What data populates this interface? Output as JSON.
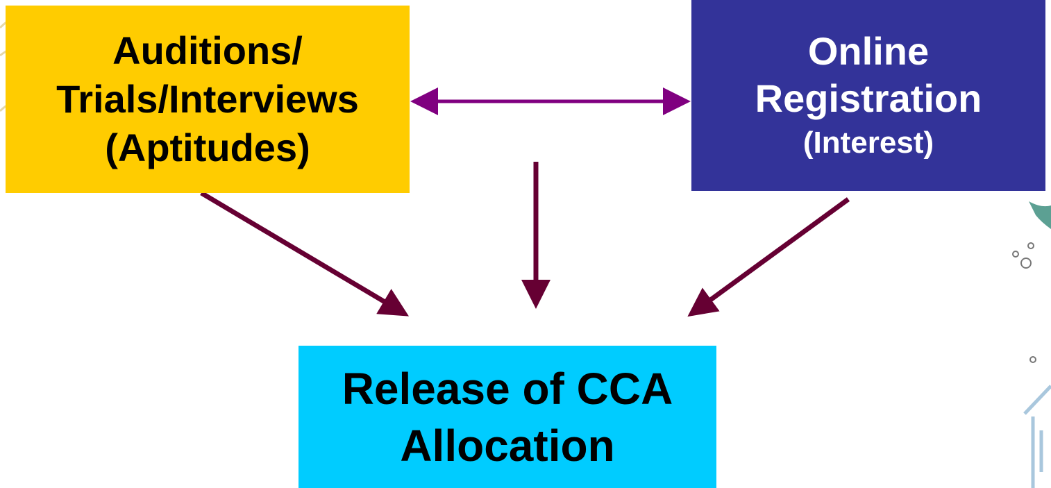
{
  "diagram": {
    "nodes": [
      {
        "id": "auditions",
        "lines": [
          "Auditions/",
          "Trials/Interviews",
          "(Aptitudes)"
        ],
        "fill": "#FFCC00",
        "text_color": "#000000"
      },
      {
        "id": "online",
        "lines": [
          "Online",
          "Registration",
          "(Interest)"
        ],
        "fill": "#333399",
        "text_color": "#FFFFFF"
      },
      {
        "id": "release",
        "lines": [
          "Release of CCA",
          "Allocation"
        ],
        "fill": "#00CCFF",
        "text_color": "#000000"
      }
    ],
    "edges": [
      {
        "from": "auditions",
        "to": "online",
        "style": "bidirectional",
        "color": "#800080"
      },
      {
        "from": "auditions",
        "to": "release",
        "style": "arrow",
        "color": "#660033"
      },
      {
        "from": "center",
        "to": "release",
        "style": "arrow",
        "color": "#660033"
      },
      {
        "from": "online",
        "to": "release",
        "style": "arrow",
        "color": "#660033"
      }
    ]
  }
}
